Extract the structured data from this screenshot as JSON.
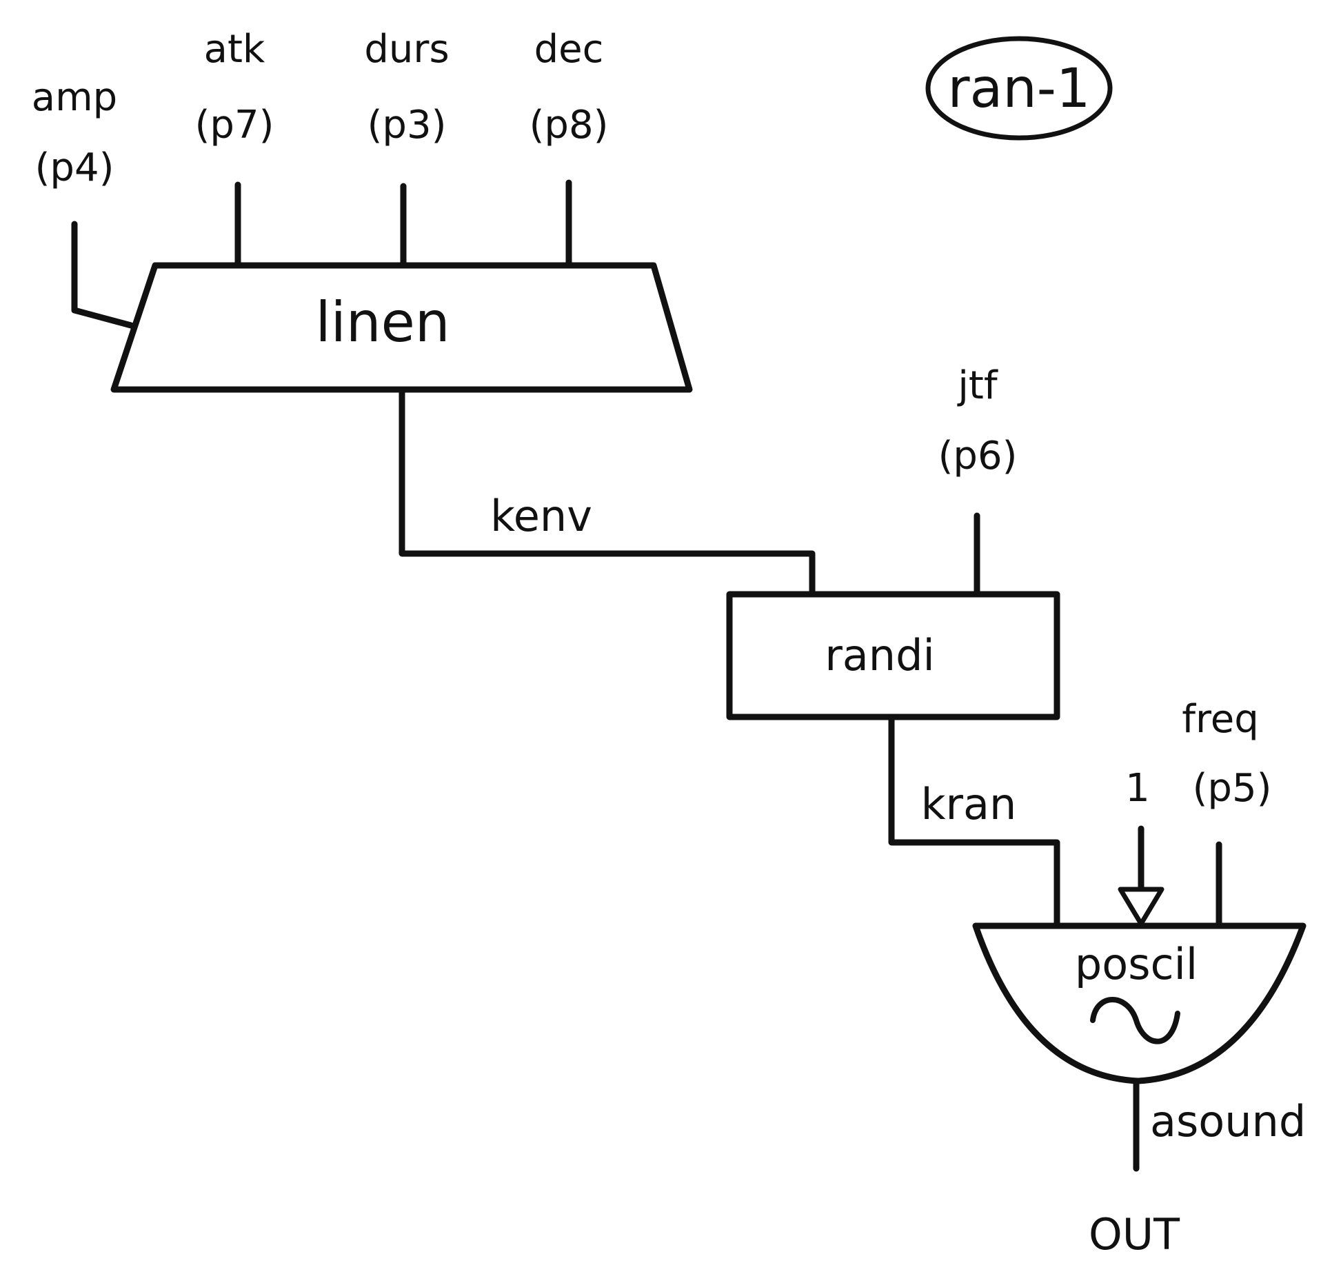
{
  "title": "ran-1",
  "inputs": {
    "amp": {
      "name": "amp",
      "param": "(p4)"
    },
    "atk": {
      "name": "atk",
      "param": "(p7)"
    },
    "durs": {
      "name": "durs",
      "param": "(p3)"
    },
    "dec": {
      "name": "dec",
      "param": "(p8)"
    },
    "jtf": {
      "name": "jtf",
      "param": "(p6)"
    },
    "freq": {
      "name": "freq",
      "param": "(p5)"
    },
    "table": "1"
  },
  "blocks": {
    "linen": "linen",
    "randi": "randi",
    "poscil": "poscil",
    "poscil_symbol": "∼"
  },
  "signals": {
    "kenv": "kenv",
    "kran": "kran",
    "asound": "asound"
  },
  "output": "OUT"
}
